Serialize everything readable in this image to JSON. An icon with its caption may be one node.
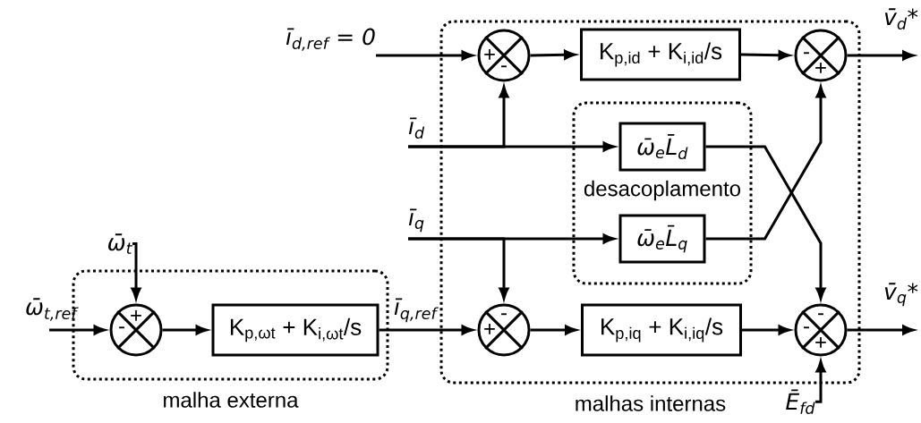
{
  "diagram": {
    "nodes": [
      {
        "text": [
          "ī$_{d,ref}$ = 0"
        ]
      },
      {
        "text": [
          "malhas internas"
        ]
      },
      {
        "text": [
          "+",
          "-"
        ],
        "in": 1
      },
      {
        "text": [
          "K$_{p,id}$ + K$_{i,id}$/s"
        ],
        "in": 1
      },
      {
        "text": [
          "-",
          "+"
        ],
        "in": 1
      },
      {
        "text": [
          "desacoplamento"
        ],
        "in": 1
      },
      {
        "text": [
          "ω̄$_{e}$L̄$_{d}$"
        ],
        "in": 5
      },
      {
        "text": [
          "ω̄$_{e}$L̄$_{q}$"
        ],
        "in": 5
      },
      {
        "text": [
          "v̄$_{d}$*"
        ]
      },
      {
        "text": [
          "ī$_{d}$"
        ]
      },
      {
        "text": [
          "ī$_{q}$"
        ]
      },
      {
        "text": [
          "ω̄$_{t}$"
        ]
      },
      {
        "text": [
          "malha externa"
        ]
      },
      {
        "text": [
          "ω̄$_{t,ref}$"
        ]
      },
      {
        "text": [
          "+",
          "-"
        ],
        "in": 12
      },
      {
        "text": [
          "K$_{p,ωt}$ + K$_{i,ωt}$/s"
        ],
        "in": 12
      },
      {
        "text": [
          "-",
          "+"
        ],
        "in": 1
      },
      {
        "text": [
          "K$_{p,iq}$ + K$_{i,iq}$/s"
        ],
        "in": 1
      },
      {
        "text": [
          "-",
          "-",
          "+"
        ],
        "in": 1
      },
      {
        "text": [
          "v̄$_{q}$*"
        ]
      },
      {
        "text": [
          "Ē$_{fd}$"
        ]
      }
    ],
    "edges": [
      {
        "from": 0,
        "to": 2,
        "arrow": "to"
      },
      {
        "from": 2,
        "to": 3,
        "arrow": "to"
      },
      {
        "from": 3,
        "to": 4,
        "arrow": "to"
      },
      {
        "from": 4,
        "to": 8,
        "arrow": "to"
      },
      {
        "from": 9,
        "to": 6,
        "arrow": "to"
      },
      {
        "from": 9,
        "to": 2,
        "arrow": "to"
      },
      {
        "from": 10,
        "to": 7,
        "arrow": "to"
      },
      {
        "from": 10,
        "to": 16,
        "arrow": "to"
      },
      {
        "from": 6,
        "to": 18,
        "arrow": "to"
      },
      {
        "from": 7,
        "to": 4,
        "arrow": "to"
      },
      {
        "from": 11,
        "to": 14,
        "arrow": "to"
      },
      {
        "from": 13,
        "to": 14,
        "arrow": "to"
      },
      {
        "from": 14,
        "to": 15,
        "arrow": "to"
      },
      {
        "from": 15,
        "to": 16,
        "arrow": "to",
        "label": "ī$_{q,ref}$"
      },
      {
        "from": 16,
        "to": 17,
        "arrow": "to"
      },
      {
        "from": 17,
        "to": 18,
        "arrow": "to"
      },
      {
        "from": 18,
        "to": 19,
        "arrow": "to"
      },
      {
        "from": 20,
        "to": 18,
        "arrow": "to"
      }
    ]
  }
}
